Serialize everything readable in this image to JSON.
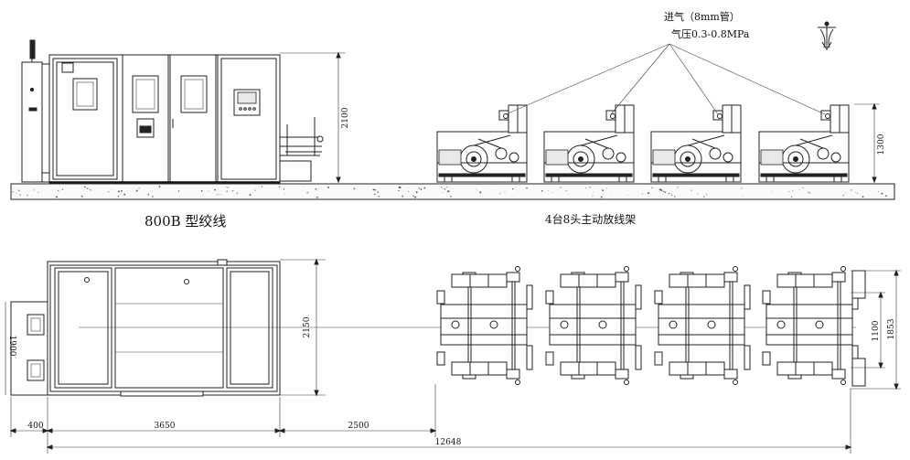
{
  "labels": {
    "strander_title": "800B 型绞线",
    "payoff_title": "4台8头主动放线架",
    "air_inlet": "进气（8mm管）",
    "air_pressure": "气压0.3-0.8MPa"
  },
  "dimensions": {
    "strander_height": "2100",
    "payoff_height": "1300",
    "strander_width": "2150",
    "side_box_width": "1900",
    "payoff_depth_inner": "1100",
    "payoff_depth_outer": "1853",
    "seg_400": "400",
    "seg_3650": "3650",
    "seg_2500": "2500",
    "total_length": "12648"
  },
  "icons": {
    "north_symbol": "north-arrow-icon"
  }
}
